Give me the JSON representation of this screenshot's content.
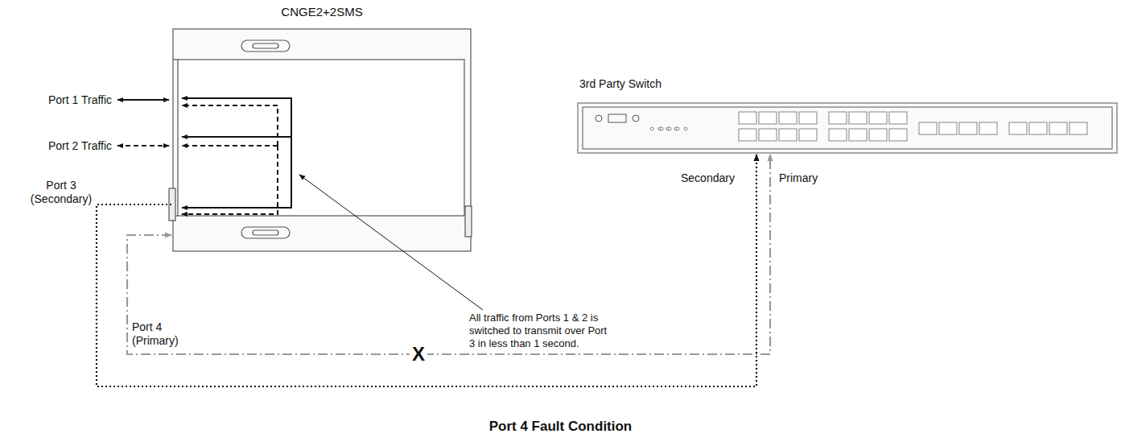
{
  "diagram": {
    "caption": "Port 4 Fault Condition",
    "nodes": [
      {
        "text": [
          "CNGE2+2SMS"
        ]
      },
      {
        "text": [
          "3rd Party Switch"
        ]
      }
    ],
    "edges": [
      {
        "from": 0,
        "to": 1,
        "arrow": "to"
      },
      {
        "from": 0,
        "to": 1,
        "arrow": "both",
        "label": "X"
      }
    ],
    "labels": [
      "Port 1 Traffic",
      "Port 2 Traffic",
      "Port 3 (Secondary)",
      "Port 4 (Primary)",
      "All traffic from Ports 1 & 2 is switched to transmit over Port 3 in less than 1 second.",
      "Secondary",
      "Primary"
    ]
  }
}
